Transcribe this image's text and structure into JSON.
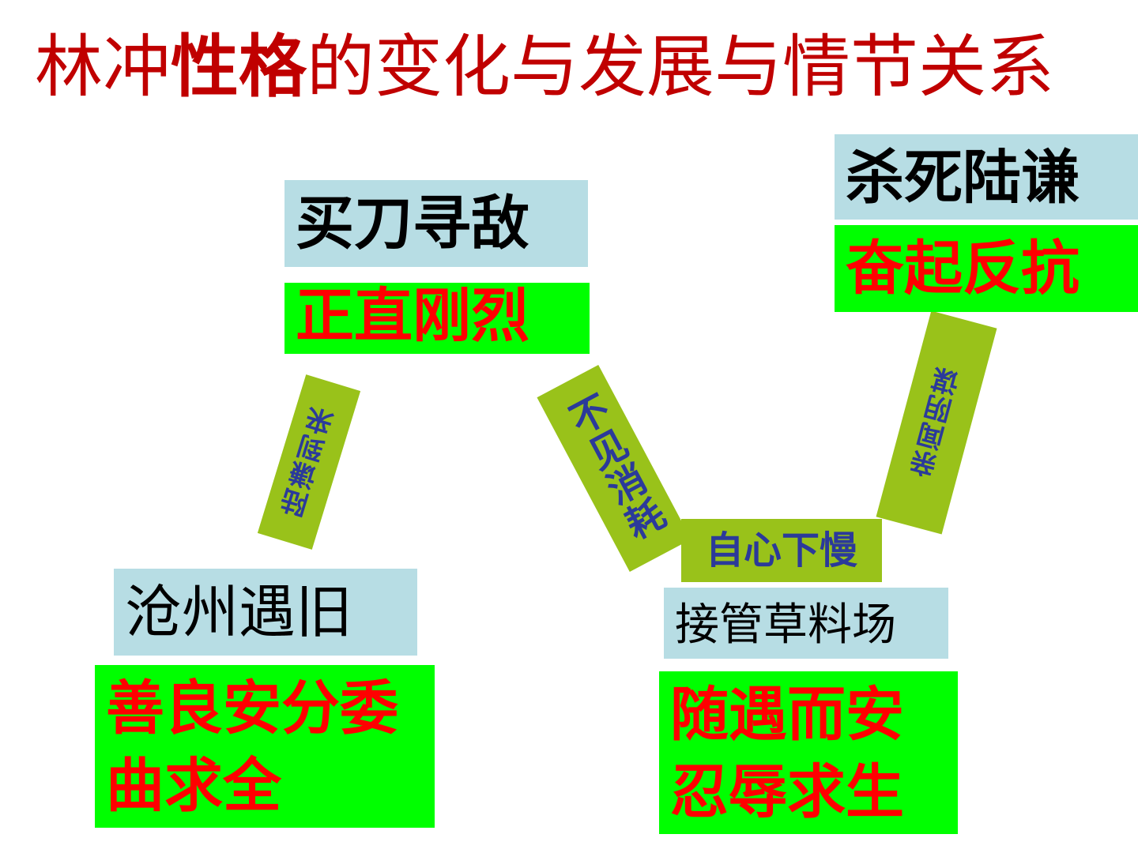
{
  "title": {
    "part1": "林冲",
    "part2": "性格",
    "part3": "的变化与发展与情节关系"
  },
  "events": {
    "buy_knife": "买刀寻敌",
    "meet_old": "沧州遇旧",
    "take_over": "接管草料场",
    "kill_luqian": "杀死陆谦"
  },
  "traits": {
    "upright": "正直刚烈",
    "kind_line1": "善良安分委",
    "kind_line2": "曲求全",
    "content_line1": "随遇而安",
    "content_line2": "忍辱求生",
    "rise_up": "奋起反抗"
  },
  "connectors": {
    "luqian_arrives": "陆谦到来",
    "not_found": "不见消耗",
    "slowly": "自心下慢",
    "overhear": "亲闻阴谋"
  },
  "colors": {
    "title": "#c00000",
    "event_bg": "#b7dde4",
    "trait_bg": "#00ff00",
    "trait_text": "#ff0000",
    "connector_bg": "#99c21a",
    "connector_text": "#2b3a9a"
  }
}
